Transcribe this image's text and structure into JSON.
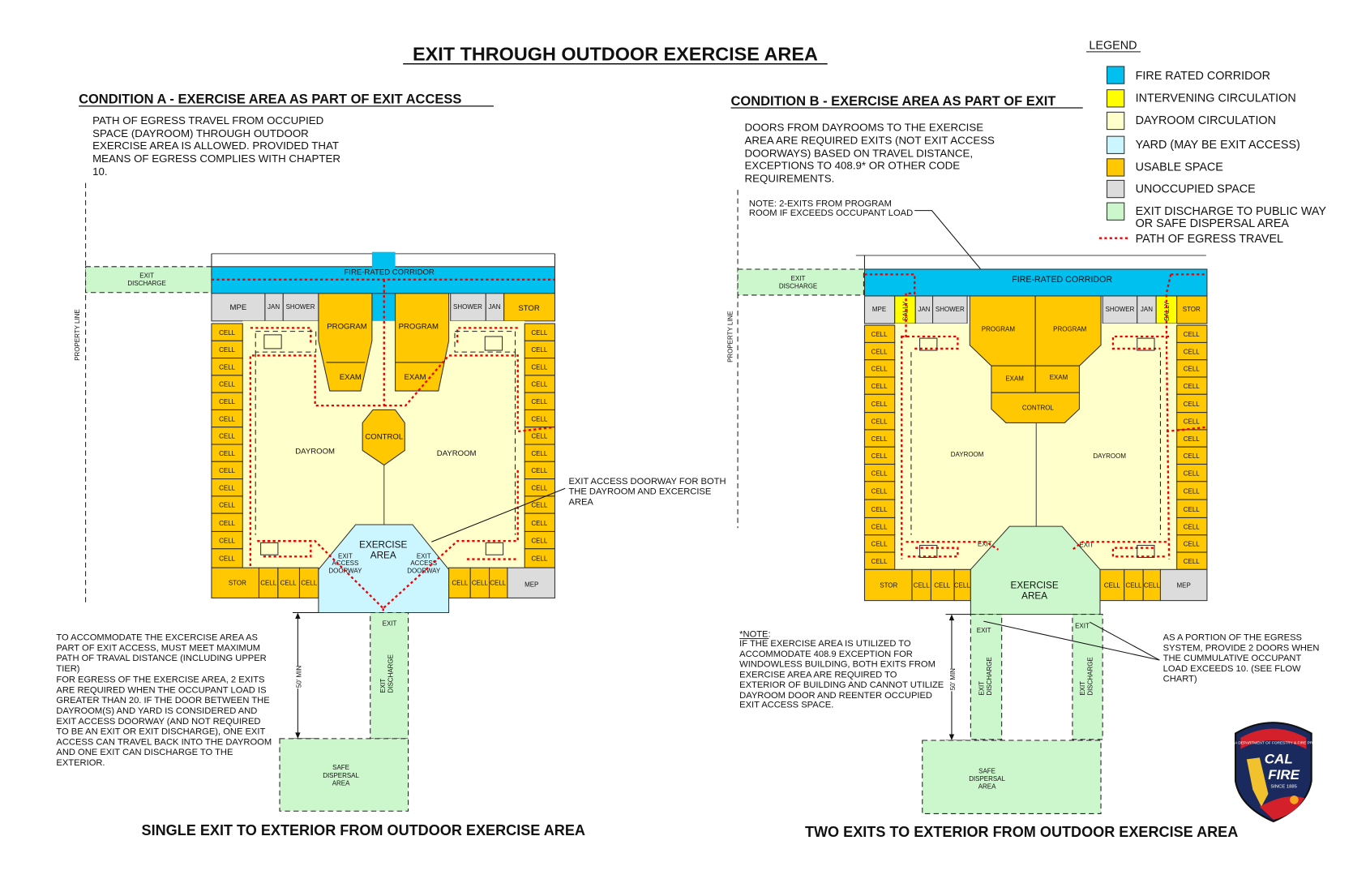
{
  "title": "EXIT THROUGH OUTDOOR EXERCISE AREA",
  "colors": {
    "fire_rated_corridor": "#00c0f0",
    "intervening_circulation": "#ffff00",
    "dayroom_circulation": "#ffffcc",
    "yard": "#ccf6ff",
    "usable_space": "#ffc800",
    "unoccupied_space": "#dcdcdc",
    "exit_discharge": "#ccf6cc",
    "path_of_egress": "#ee0000"
  },
  "legend": {
    "title": "LEGEND",
    "items": [
      {
        "label": "FIRE RATED CORRIDOR",
        "color": "#00c0f0"
      },
      {
        "label": "INTERVENING CIRCULATION",
        "color": "#ffff00"
      },
      {
        "label": "DAYROOM CIRCULATION",
        "color": "#ffffcc"
      },
      {
        "label": "YARD (MAY BE EXIT ACCESS)",
        "color": "#ccf6ff"
      },
      {
        "label": "USABLE SPACE",
        "color": "#ffc800"
      },
      {
        "label": "UNOCCUPIED SPACE",
        "color": "#dcdcdc"
      },
      {
        "label": "EXIT DISCHARGE TO PUBLIC WAY",
        "label2": "OR SAFE DISPERSAL AREA",
        "color": "#ccf6cc"
      }
    ],
    "egress_label": "PATH OF EGRESS TRAVEL"
  },
  "condition_a": {
    "heading": "CONDITION A - EXERCISE AREA AS PART OF EXIT ACCESS",
    "intro": [
      "PATH OF EGRESS TRAVEL FROM OCCUPIED",
      "SPACE (DAYROOM) THROUGH OUTDOOR",
      "EXERCISE AREA IS ALLOWED. PROVIDED THAT",
      "MEANS OF EGRESS COMPLIES WITH CHAPTER",
      "10."
    ],
    "labels": {
      "exit_discharge": [
        "EXIT",
        "DISCHARGE"
      ],
      "property_line": "PROPERTY LINE",
      "corridor": "FIRE-RATED CORRIDOR",
      "mpe": "MPE",
      "jan": "JAN",
      "shower": "SHOWER",
      "stor": "STOR",
      "mep": "MEP",
      "program": "PROGRAM",
      "exam": "EXAM",
      "control": "CONTROL",
      "dayroom": "DAYROOM",
      "cell": "CELL",
      "exercise": [
        "EXERCISE",
        "AREA"
      ],
      "exit_access_doorway": [
        "EXIT",
        "ACCESS",
        "DOORWAY"
      ],
      "exit": "EXIT",
      "dimension": "50' MIN",
      "safe_dispersal": [
        "SAFE",
        "DISPERSAL",
        "AREA"
      ]
    },
    "callout": [
      "EXIT ACCESS DOORWAY FOR BOTH",
      "THE DAYROOM AND EXCERCISE",
      "AREA"
    ],
    "note1": [
      "TO ACCOMMODATE THE EXCERCISE AREA AS",
      "PART OF EXIT ACCESS, MUST MEET MAXIMUM",
      "PATH OF TRAVAL DISTANCE (INCLUDING UPPER",
      "TIER)"
    ],
    "note2": [
      "FOR EGRESS OF THE EXERCISE AREA, 2 EXITS",
      "ARE REQUIRED WHEN THE OCCUPANT LOAD IS",
      "GREATER THAN 20. IF THE DOOR BETWEEN THE",
      "DAYROOM(S) AND YARD IS CONSIDERED AND",
      "EXIT ACCESS DOORWAY (AND NOT REQUIRED",
      "TO BE AN EXIT OR EXIT DISCHARGE), ONE EXIT",
      "ACCESS CAN TRAVEL BACK INTO THE DAYROOM",
      "AND ONE EXIT CAN DISCHARGE TO THE",
      "EXTERIOR."
    ],
    "caption": "SINGLE EXIT TO EXTERIOR FROM OUTDOOR EXERCISE AREA"
  },
  "condition_b": {
    "heading": "CONDITION B - EXERCISE AREA AS PART OF EXIT",
    "intro": [
      "DOORS FROM DAYROOMS TO THE EXERCISE",
      "AREA ARE REQUIRED EXITS (NOT EXIT ACCESS",
      "DOORWAYS) BASED ON TRAVEL DISTANCE,",
      "EXCEPTIONS TO 408.9* OR OTHER CODE",
      "REQUIREMENTS."
    ],
    "program_note": [
      "NOTE: 2-EXITS FROM PROGRAM",
      "ROOM IF EXCEEDS OCCUPANT LOAD"
    ],
    "labels": {
      "sally": "SALLY",
      "exercise": [
        "EXERCISE",
        "AREA"
      ]
    },
    "footnote_title": "*NOTE:",
    "footnote": [
      "IF THE EXERCISE AREA IS UTILIZED TO",
      "ACCOMMODATE 408.9 EXCEPTION FOR",
      "WINDOWLESS BUILDING, BOTH EXITS FROM",
      "EXERCISE AREA ARE REQUIRED TO",
      "EXTERIOR OF BUILDING AND CANNOT UTILIZE",
      "DAYROOM DOOR AND REENTER OCCUPIED",
      "EXIT ACCESS SPACE."
    ],
    "callout": [
      "AS A PORTION OF THE EGRESS",
      "SYSTEM, PROVIDE 2 DOORS WHEN",
      "THE CUMMULATIVE OCCUPANT",
      "LOAD EXCEEDS 10. (SEE FLOW",
      "CHART)"
    ],
    "caption": "TWO EXITS TO EXTERIOR FROM OUTDOOR EXERCISE AREA"
  },
  "logo": {
    "ring_text": "CALIFORNIA DEPARTMENT OF FORESTRY & FIRE PROTECTION",
    "line1": "CAL",
    "line2": "FIRE",
    "since": "SINCE 1885"
  }
}
